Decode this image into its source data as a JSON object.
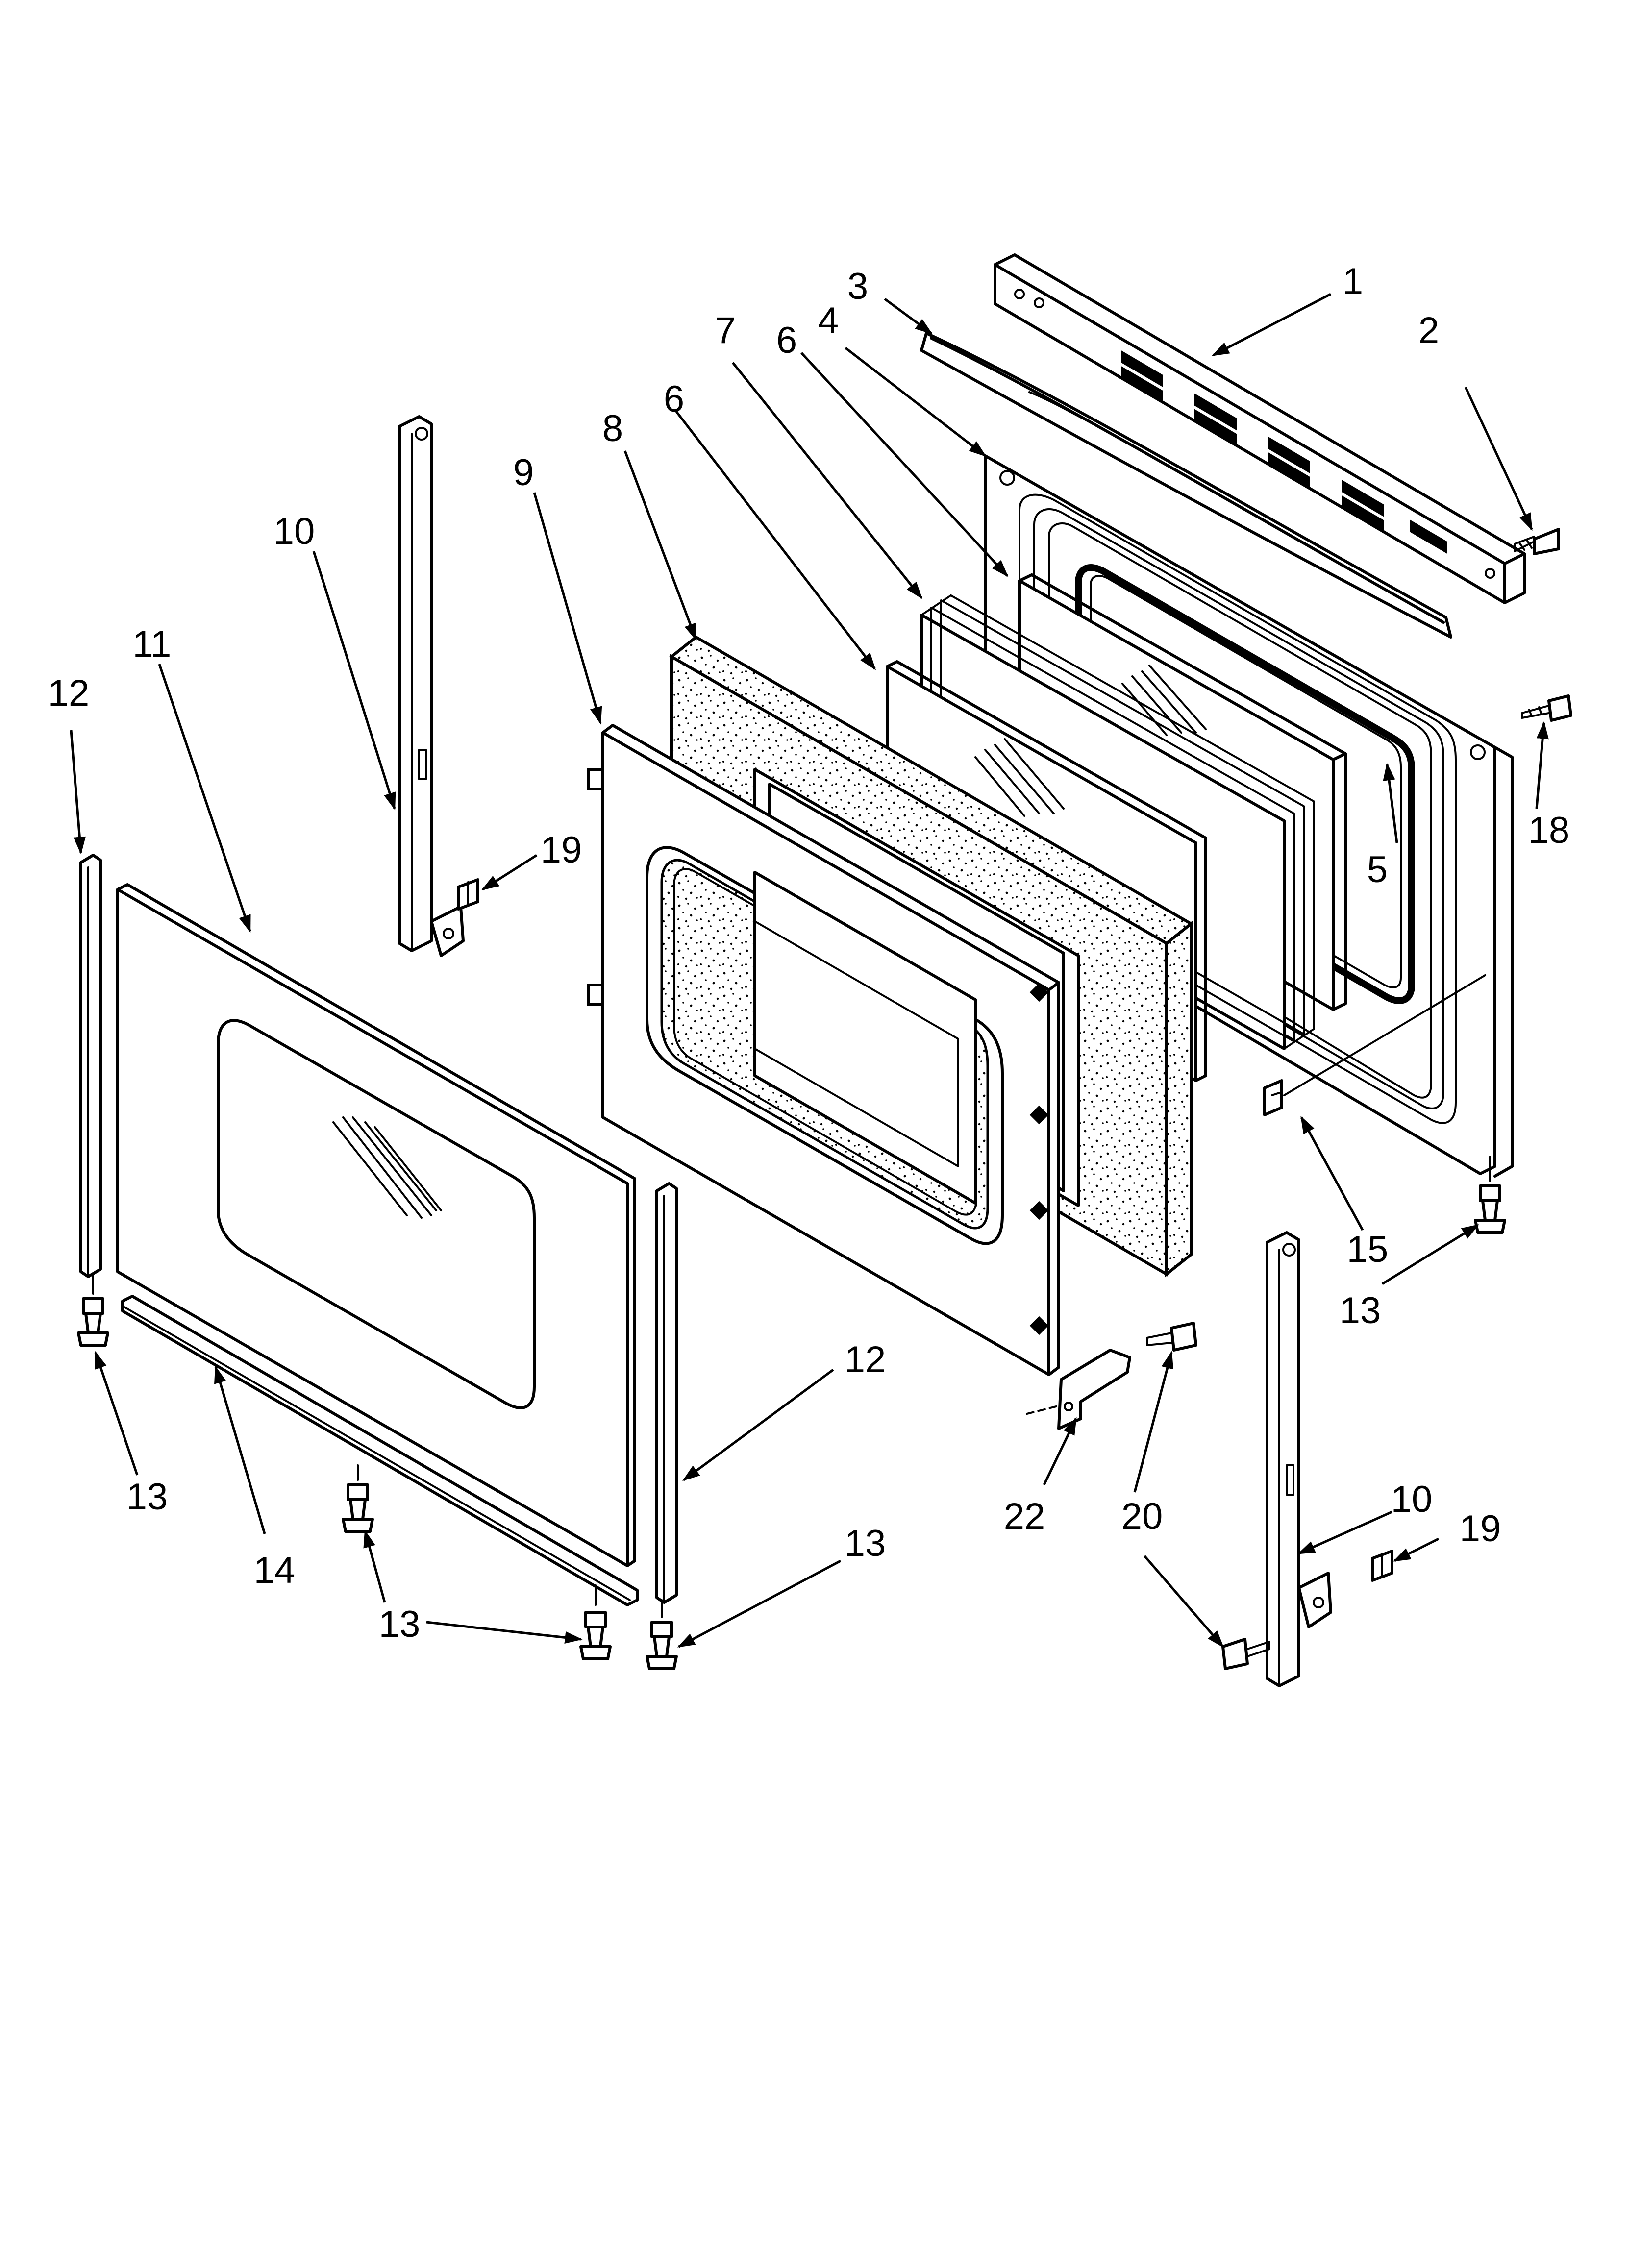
{
  "callouts": [
    {
      "id": "c1",
      "label": "1"
    },
    {
      "id": "c2",
      "label": "2"
    },
    {
      "id": "c3",
      "label": "3"
    },
    {
      "id": "c4",
      "label": "4"
    },
    {
      "id": "c5",
      "label": "5"
    },
    {
      "id": "c6a",
      "label": "6"
    },
    {
      "id": "c6b",
      "label": "6"
    },
    {
      "id": "c7",
      "label": "7"
    },
    {
      "id": "c8",
      "label": "8"
    },
    {
      "id": "c9",
      "label": "9"
    },
    {
      "id": "c10a",
      "label": "10"
    },
    {
      "id": "c10b",
      "label": "10"
    },
    {
      "id": "c11",
      "label": "11"
    },
    {
      "id": "c12a",
      "label": "12"
    },
    {
      "id": "c12b",
      "label": "12"
    },
    {
      "id": "c13a",
      "label": "13"
    },
    {
      "id": "c13b",
      "label": "13"
    },
    {
      "id": "c13c",
      "label": "13"
    },
    {
      "id": "c13d",
      "label": "13"
    },
    {
      "id": "c14",
      "label": "14"
    },
    {
      "id": "c15",
      "label": "15"
    },
    {
      "id": "c18",
      "label": "18"
    },
    {
      "id": "c19a",
      "label": "19"
    },
    {
      "id": "c19b",
      "label": "19"
    },
    {
      "id": "c20",
      "label": "20"
    },
    {
      "id": "c22",
      "label": "22"
    }
  ]
}
